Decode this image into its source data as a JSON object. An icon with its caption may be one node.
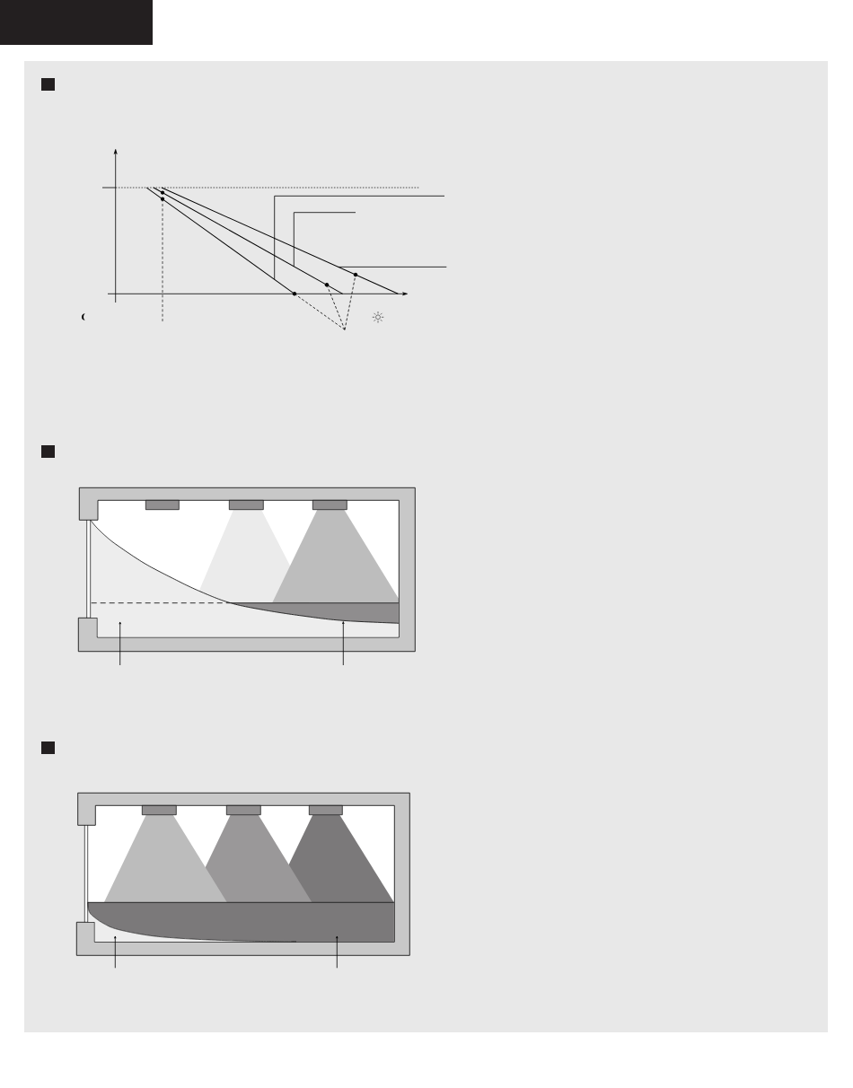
{
  "diagram": {
    "nodes": [
      {
        "text": [],
        "shape": "line"
      },
      {
        "text": [],
        "shape": "line"
      },
      {
        "text": [],
        "shape": "line"
      },
      {
        "text": [],
        "shape": "circle"
      },
      {
        "text": [],
        "shape": "circle",
        "in": 1
      },
      {
        "text": [],
        "shape": "circle",
        "in": 2
      },
      {
        "text": [],
        "shape": "area"
      },
      {
        "text": [],
        "shape": "band"
      },
      {
        "text": [],
        "shape": "band"
      },
      {
        "text": [],
        "shape": "area",
        "in": 8
      }
    ],
    "edges": [
      {
        "from": null,
        "to": 0,
        "arrow": "none"
      },
      {
        "from": null,
        "to": 1,
        "arrow": "none"
      },
      {
        "from": null,
        "to": 2,
        "arrow": "none"
      },
      {
        "from": null,
        "to": 3,
        "arrow": "none",
        "style": "dashed"
      },
      {
        "from": null,
        "to": 4,
        "arrow": "none",
        "style": "dashed"
      },
      {
        "from": null,
        "to": 5,
        "arrow": "none",
        "style": "dashed"
      },
      {
        "from": null,
        "to": 6,
        "arrow": "to"
      },
      {
        "from": null,
        "to": 7,
        "arrow": "to"
      },
      {
        "from": null,
        "to": 9,
        "arrow": "to"
      },
      {
        "from": null,
        "to": 8,
        "arrow": "to"
      }
    ]
  }
}
